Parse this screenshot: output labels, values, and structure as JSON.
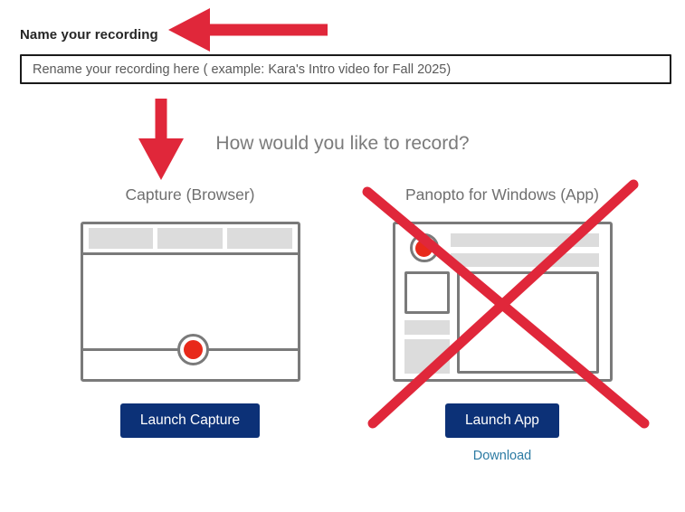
{
  "form": {
    "name_label": "Name your recording",
    "rename_value": "",
    "rename_placeholder": "Rename your recording here ( example: Kara's Intro video for Fall 2025)"
  },
  "main": {
    "heading": "How would you like to record?"
  },
  "options": [
    {
      "id": "capture-browser",
      "title": "Capture (Browser)",
      "button_label": "Launch Capture"
    },
    {
      "id": "panopto-windows-app",
      "title": "Panopto for Windows (App)",
      "button_label": "Launch App",
      "download_label": "Download"
    }
  ],
  "annotations": {
    "arrow_left_to_label": "red-left-arrow-pointing-to-name-your-recording",
    "arrow_down_to_capture": "red-down-arrow-pointing-to-capture-browser",
    "cross_over_app": "red-x-crossing-out-panopto-for-windows-app"
  },
  "colors": {
    "annotation_red": "#e0273a",
    "record_red": "#e8291a",
    "button_blue": "#0c3177",
    "link_blue": "#2d7ba3",
    "mock_gray": "#7a7a7a",
    "mock_fill": "#dcdcdc"
  }
}
